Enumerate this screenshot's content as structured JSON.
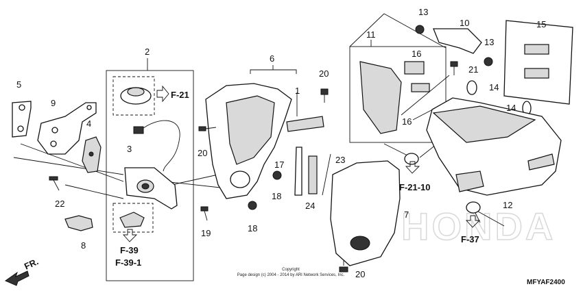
{
  "diagram": {
    "callouts": {
      "c1": "1",
      "c2": "2",
      "c3": "3",
      "c4": "4",
      "c5": "5",
      "c6": "6",
      "c7": "7",
      "c8": "8",
      "c9": "9",
      "c10": "10",
      "c11": "11",
      "c12": "12",
      "c13a": "13",
      "c13b": "13",
      "c14a": "14",
      "c14b": "14",
      "c15": "15",
      "c16a": "16",
      "c16b": "16",
      "c17": "17",
      "c18a": "18",
      "c18b": "18",
      "c19": "19",
      "c20a": "20",
      "c20b": "20",
      "c20c": "20",
      "c21": "21",
      "c22": "22",
      "c23": "23",
      "c24": "24"
    },
    "refs": {
      "f21": "F-21",
      "f39": "F-39",
      "f391": "F-39-1",
      "f2110": "F-21-10",
      "f37": "F-37"
    },
    "direction_label": "FR.",
    "copyright_line1": "Copyright",
    "copyright_line2": "Page design (c) 2004 - 2014 by ARI Network Services, Inc.",
    "diagram_code": "MFYAF2400",
    "watermark": "HONDA",
    "colors": {
      "ink": "#111111",
      "watermark": "#d8d8d8"
    }
  }
}
